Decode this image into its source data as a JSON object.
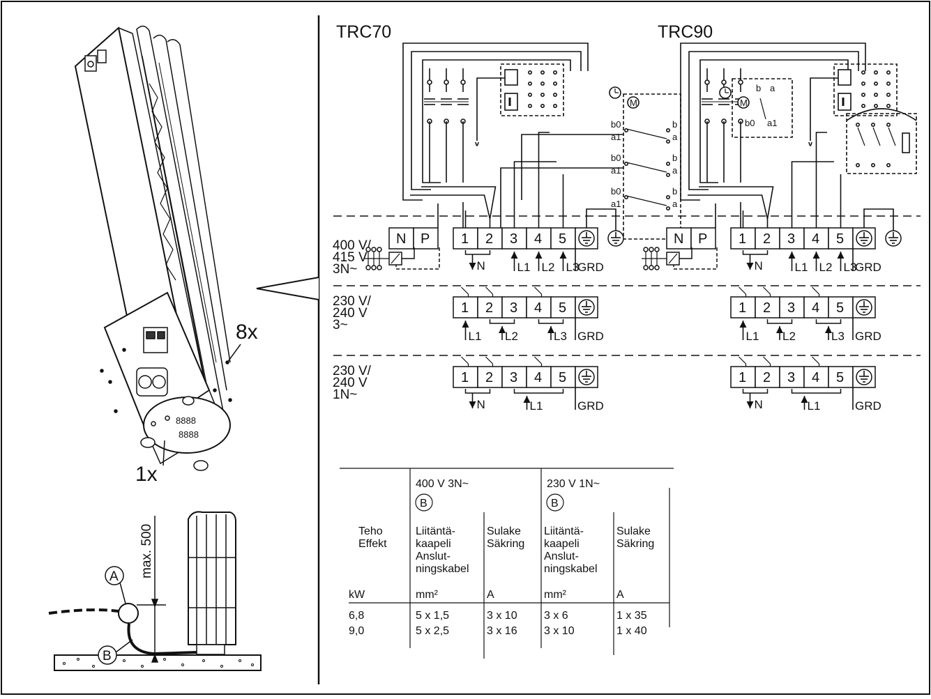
{
  "left": {
    "count_screws": "8x",
    "count_bottom": "1x",
    "dim_label": "max. 500",
    "marker_a": "A",
    "marker_b": "B"
  },
  "diagrams": {
    "trc70_title": "TRC70",
    "trc90_title": "TRC90",
    "timer_wire_labels": [
      "b0",
      "b",
      "a1",
      "a"
    ],
    "rows": [
      {
        "voltage_lines": [
          "400 V/",
          "415 V",
          "3N~"
        ]
      },
      {
        "voltage_lines": [
          "230 V/",
          "240 V",
          "3~"
        ]
      },
      {
        "voltage_lines": [
          "230 V/",
          "240 V",
          "1N~"
        ]
      }
    ],
    "terminals": [
      "N",
      "P",
      "1",
      "2",
      "3",
      "4",
      "5"
    ],
    "wire_labels": {
      "n": "N",
      "l1": "L1",
      "l2": "L2",
      "l3": "L3",
      "grd": "GRD"
    }
  },
  "table": {
    "col_400": "400 V 3N~",
    "col_230": "230 V 1N~",
    "marker_b": "B",
    "power_lines": [
      "Teho",
      "Effekt"
    ],
    "cable_lines": [
      "Liitäntä-",
      "kaapeli",
      "Anslut-",
      "ningskabel"
    ],
    "fuse_lines": [
      "Sulake",
      "Säkring"
    ],
    "units": {
      "power": "kW",
      "cable": "mm²",
      "fuse": "A"
    },
    "rows": [
      {
        "kw": "6,8",
        "cable400": "5 x 1,5",
        "fuse400": "3 x 10",
        "cable230": "3 x 6",
        "fuse230": "1 x 35"
      },
      {
        "kw": "9,0",
        "cable400": "5 x 2,5",
        "fuse400": "3 x 16",
        "cable230": "3 x 10",
        "fuse230": "1 x 40"
      }
    ]
  }
}
